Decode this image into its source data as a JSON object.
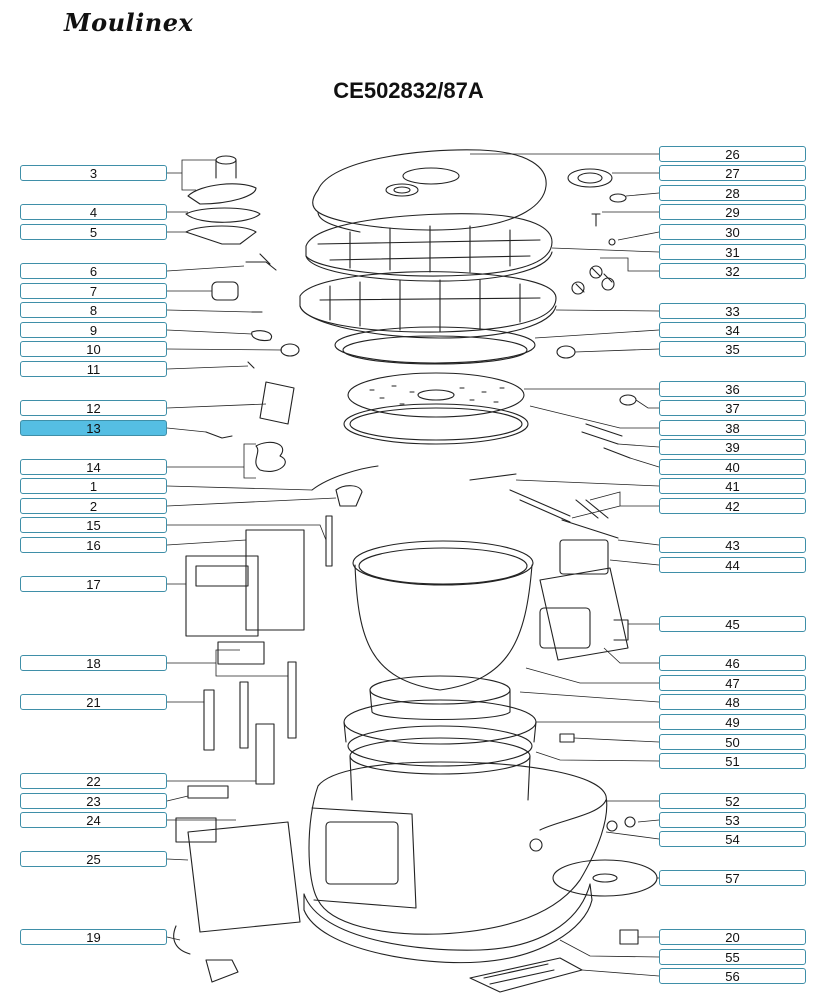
{
  "brand": "Moulinex",
  "model_code": "CE502832/87A",
  "selected_part": "13",
  "colors": {
    "label_border": "#3f8fa8",
    "label_selected_fill": "#55bee3",
    "line": "#222222"
  },
  "left_labels": [
    "3",
    "4",
    "5",
    "6",
    "7",
    "8",
    "9",
    "10",
    "11",
    "12",
    "13",
    "14",
    "1",
    "2",
    "15",
    "16",
    "17",
    "18",
    "21",
    "22",
    "23",
    "24",
    "25",
    "19"
  ],
  "right_labels": [
    "26",
    "27",
    "28",
    "29",
    "30",
    "31",
    "32",
    "33",
    "34",
    "35",
    "36",
    "37",
    "38",
    "39",
    "40",
    "41",
    "42",
    "43",
    "44",
    "45",
    "46",
    "47",
    "48",
    "49",
    "50",
    "51",
    "52",
    "53",
    "54",
    "57",
    "20",
    "55",
    "56"
  ]
}
